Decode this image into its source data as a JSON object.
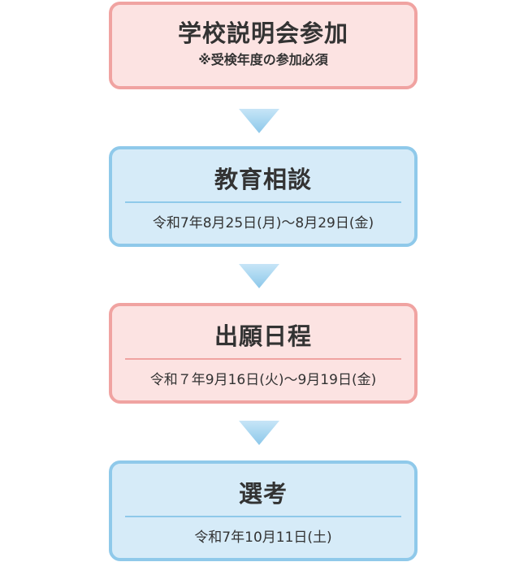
{
  "steps": [
    {
      "title": "学校説明会参加",
      "note": "※受検年度の参加必須"
    },
    {
      "title": "教育相談",
      "date": "令和7年8月25日(月)～8月29日(金)"
    },
    {
      "title": "出願日程",
      "date": "令和７年9月16日(火)～9月19日(金)"
    },
    {
      "title": "選考",
      "date": "令和7年10月11日(土)"
    }
  ],
  "colors": {
    "pink_fill": "#fce3e2",
    "pink_border": "#f0a3a1",
    "blue_fill": "#d6ebf8",
    "blue_border": "#8fc9ea",
    "arrow_top": "#bfe1f5",
    "arrow_bottom": "#8fc9ea",
    "text": "#333333"
  },
  "icons": {
    "connector": "down-triangle-arrow-icon"
  }
}
